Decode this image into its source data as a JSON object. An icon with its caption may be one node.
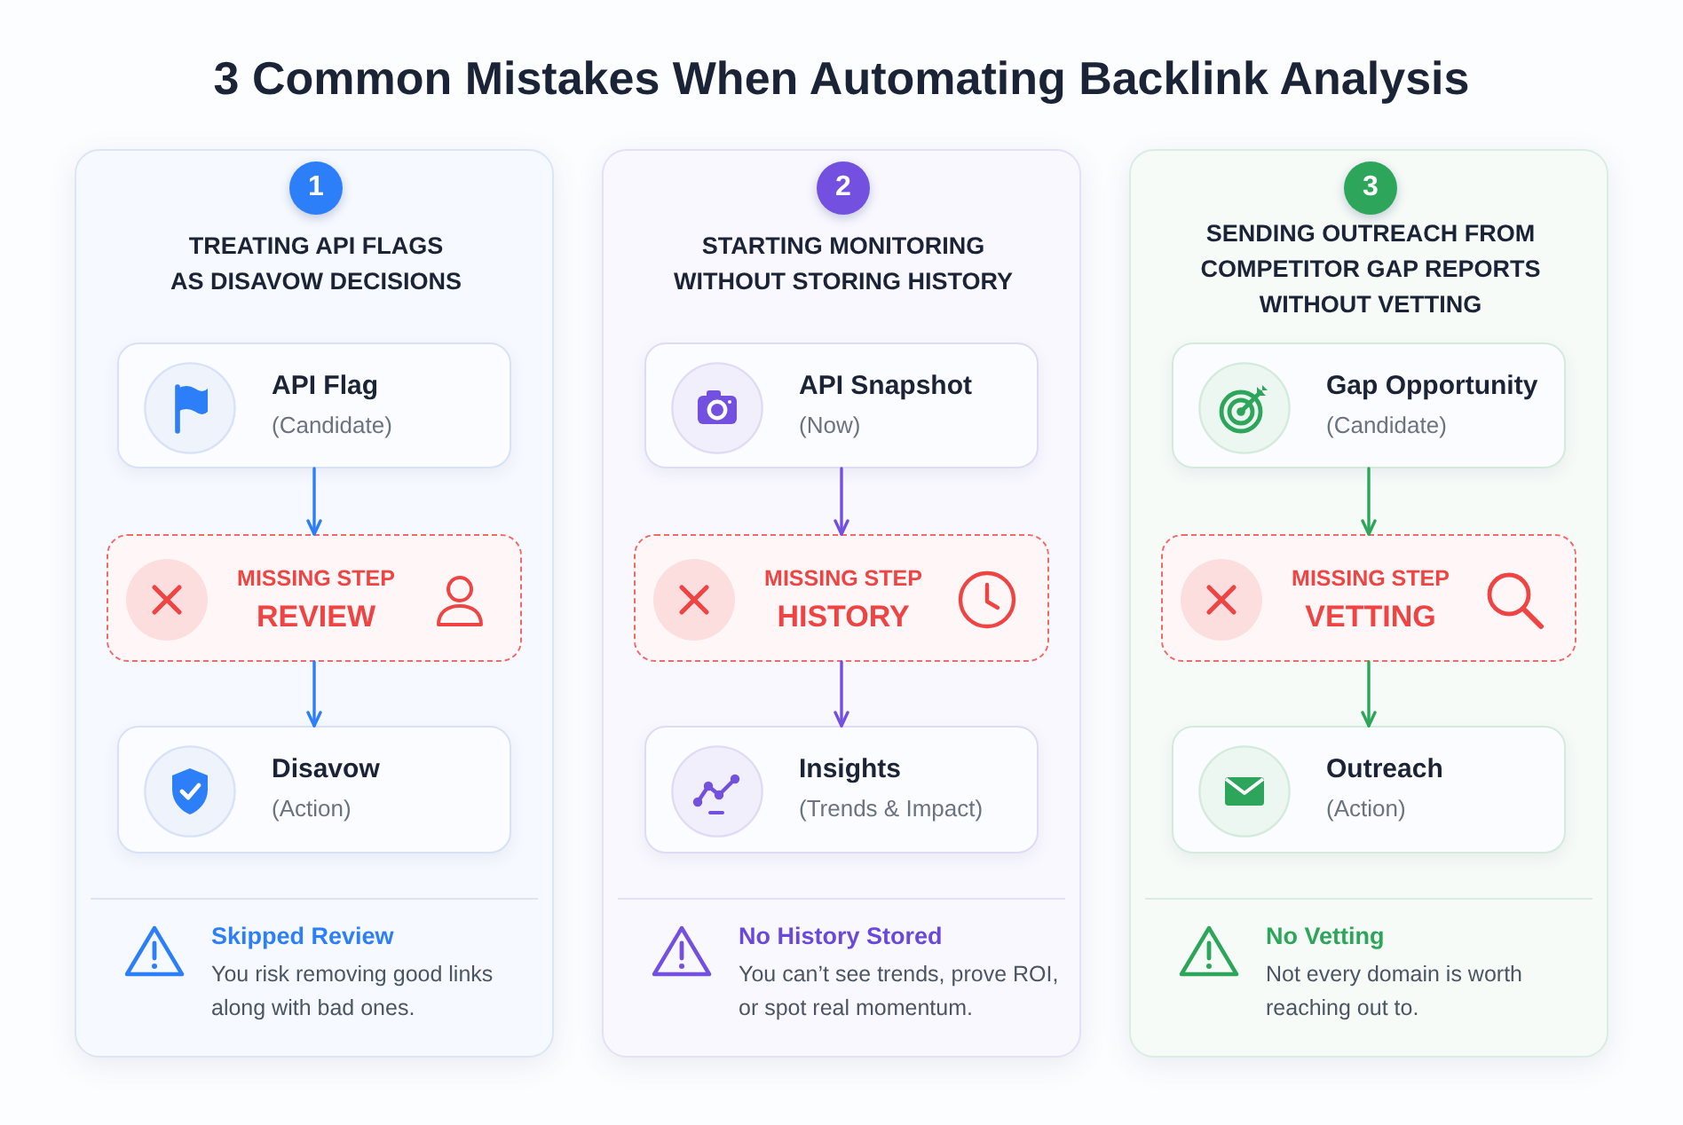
{
  "diagram": {
    "title": "3 Common Mistakes When Automating Backlink Analysis",
    "nodes": [
      {
        "text": [
          "TREATING API FLAGS AS DISAVOW DECISIONS",
          "Skipped Review",
          "You risk removing good links along with bad ones."
        ]
      },
      {
        "text": [
          "1"
        ],
        "in": 0
      },
      {
        "text": [
          "API Flag",
          "(Candidate)"
        ],
        "in": 0
      },
      {
        "text": [
          "MISSING STEP",
          "REVIEW"
        ],
        "in": 0
      },
      {
        "text": [
          "Disavow",
          "(Action)"
        ],
        "in": 0
      },
      {
        "text": [
          "STARTING MONITORING WITHOUT STORING HISTORY",
          "No History Stored",
          "You can’t see trends, prove ROI, or spot real momentum."
        ]
      },
      {
        "text": [
          "2"
        ],
        "in": 5
      },
      {
        "text": [
          "API Snapshot",
          "(Now)"
        ],
        "in": 5
      },
      {
        "text": [
          "MISSING STEP",
          "HISTORY"
        ],
        "in": 5
      },
      {
        "text": [
          "Insights",
          "(Trends & Impact)"
        ],
        "in": 5
      },
      {
        "text": [
          "SENDING OUTREACH FROM COMPETITOR GAP REPORTS WITHOUT VETTING",
          "No Vetting",
          "Not every domain is worth reaching out to."
        ]
      },
      {
        "text": [
          "3"
        ],
        "in": 10
      },
      {
        "text": [
          "Gap Opportunity",
          "(Candidate)"
        ],
        "in": 10
      },
      {
        "text": [
          "MISSING STEP",
          "VETTING"
        ],
        "in": 10
      },
      {
        "text": [
          "Outreach",
          "(Action)"
        ],
        "in": 10
      }
    ],
    "edges": [
      {
        "from": 2,
        "to": 3,
        "arrow": "to",
        "color": "#2d7ff9"
      },
      {
        "from": 3,
        "to": 4,
        "arrow": "to",
        "color": "#2d7ff9"
      },
      {
        "from": 7,
        "to": 8,
        "arrow": "to",
        "color": "#7350e0"
      },
      {
        "from": 8,
        "to": 9,
        "arrow": "to",
        "color": "#7350e0"
      },
      {
        "from": 12,
        "to": 13,
        "arrow": "to",
        "color": "#2da55a"
      },
      {
        "from": 13,
        "to": 14,
        "arrow": "to",
        "color": "#2da55a"
      }
    ]
  }
}
